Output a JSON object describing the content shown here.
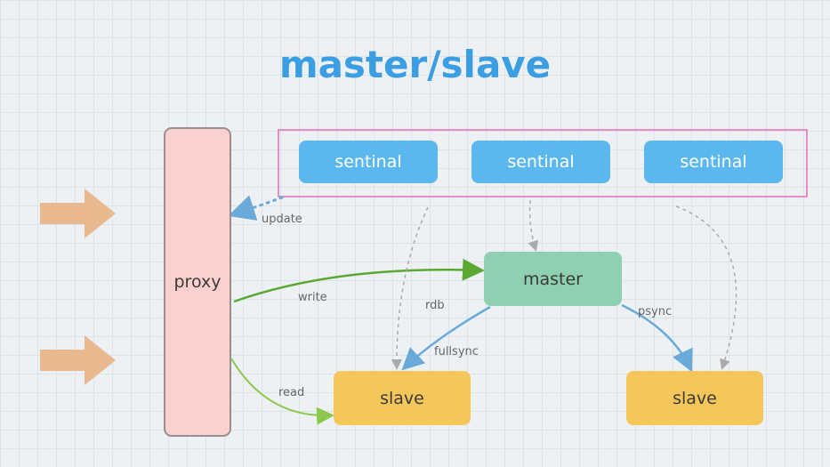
{
  "title": "master/slave",
  "proxy": {
    "label": "proxy"
  },
  "sentinels": [
    {
      "label": "sentinal"
    },
    {
      "label": "sentinal"
    },
    {
      "label": "sentinal"
    }
  ],
  "master": {
    "label": "master"
  },
  "slaves": [
    {
      "label": "slave"
    },
    {
      "label": "slave"
    }
  ],
  "edge_labels": {
    "update": "update",
    "write": "write",
    "rdb": "rdb",
    "fullsync": "fullsync",
    "psync": "psync",
    "read": "read"
  },
  "colors": {
    "title": "#3b9de2",
    "sentinel": "#5bb8ef",
    "master": "#8fd0b0",
    "slave": "#f5c75a",
    "proxy": "#fdd0d0",
    "group_border": "#e070b8",
    "input_arrow": "#e8b98e"
  }
}
